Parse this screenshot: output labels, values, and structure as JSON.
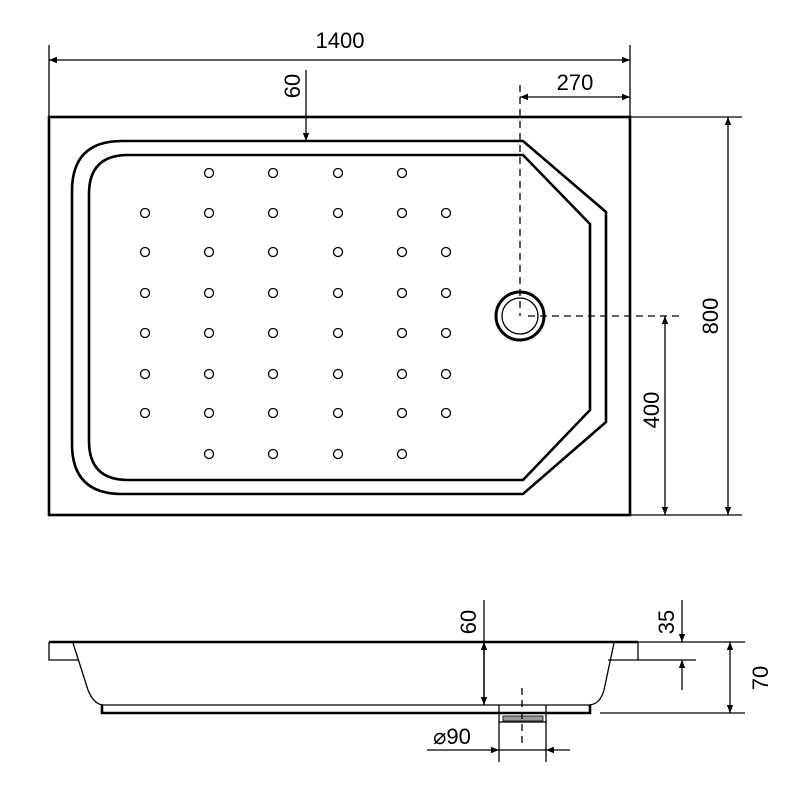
{
  "plan_view": {
    "width_label": "1400",
    "rim_label": "60",
    "drain_offset_x_label": "270",
    "depth_label": "800",
    "drain_offset_y_label": "400"
  },
  "section_view": {
    "inner_depth_label": "60",
    "flange_label": "35",
    "total_height_label": "70",
    "drain_diameter_label": "⌀90"
  }
}
